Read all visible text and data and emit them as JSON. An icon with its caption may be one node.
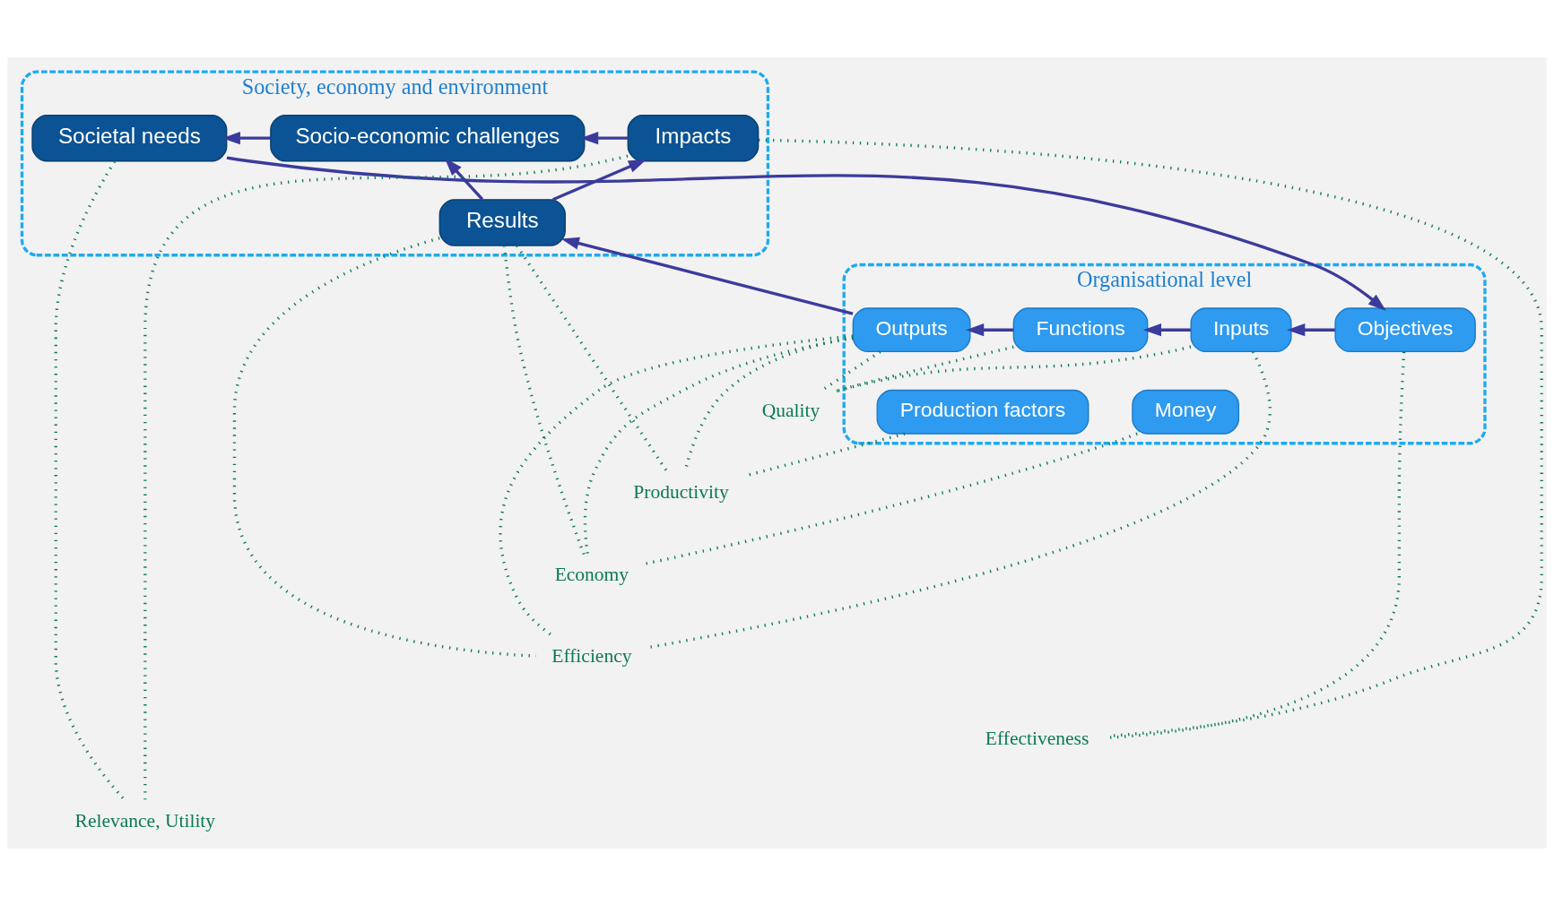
{
  "diagram": {
    "nodes": [
      {
        "text": [
          "Society, economy and environment"
        ]
      },
      {
        "text": [
          "Societal needs"
        ],
        "in": 0
      },
      {
        "text": [
          "Socio-economic challenges"
        ],
        "in": 0
      },
      {
        "text": [
          "Impacts"
        ],
        "in": 0
      },
      {
        "text": [
          "Results"
        ],
        "in": 0
      },
      {
        "text": [
          "Organisational level"
        ]
      },
      {
        "text": [
          "Objectives"
        ],
        "in": 5
      },
      {
        "text": [
          "Inputs"
        ],
        "in": 5
      },
      {
        "text": [
          "Money"
        ],
        "in": 5
      },
      {
        "text": [
          "Production factors"
        ],
        "in": 5
      },
      {
        "text": [
          "Functions"
        ],
        "in": 5
      },
      {
        "text": [
          "Outputs"
        ],
        "in": 5
      },
      {
        "text": [
          "Quality"
        ]
      },
      {
        "text": [
          "Productivity"
        ]
      },
      {
        "text": [
          "Economy"
        ]
      },
      {
        "text": [
          "Efficiency"
        ]
      },
      {
        "text": [
          "Effectiveness"
        ]
      },
      {
        "text": [
          "Relevance, Utility"
        ]
      }
    ],
    "edges": [
      {
        "from": 2,
        "to": 1,
        "arrow": "to",
        "color": "#3b3b9c"
      },
      {
        "from": 3,
        "to": 2,
        "arrow": "to",
        "color": "#3b3b9c"
      },
      {
        "from": 4,
        "to": 2,
        "arrow": "to",
        "color": "#3b3b9c"
      },
      {
        "from": 4,
        "to": 3,
        "arrow": "to",
        "color": "#3b3b9c"
      },
      {
        "from": 1,
        "to": 6,
        "arrow": "to",
        "color": "#3b3b9c"
      },
      {
        "from": 6,
        "to": 7,
        "arrow": "to",
        "color": "#3b3b9c"
      },
      {
        "from": 7,
        "to": 10,
        "arrow": "to",
        "color": "#3b3b9c"
      },
      {
        "from": 10,
        "to": 11,
        "arrow": "to",
        "color": "#3b3b9c"
      },
      {
        "from": 11,
        "to": 4,
        "arrow": "to",
        "color": "#3b3b9c"
      },
      {
        "from": 7,
        "to": 12,
        "arrow": "none",
        "style": "dashed"
      },
      {
        "from": 10,
        "to": 12,
        "arrow": "none",
        "style": "dashed"
      },
      {
        "from": 11,
        "to": 12,
        "arrow": "none",
        "style": "dashed"
      },
      {
        "from": 9,
        "to": 13,
        "arrow": "none",
        "style": "dashed"
      },
      {
        "from": 13,
        "to": 11,
        "arrow": "none",
        "style": "dashed"
      },
      {
        "from": 13,
        "to": 4,
        "arrow": "none",
        "style": "dashed"
      },
      {
        "from": 8,
        "to": 14,
        "arrow": "none",
        "style": "dashed"
      },
      {
        "from": 14,
        "to": 11,
        "arrow": "none",
        "style": "dashed"
      },
      {
        "from": 14,
        "to": 4,
        "arrow": "none",
        "style": "dashed"
      },
      {
        "from": 7,
        "to": 15,
        "arrow": "none",
        "style": "dashed"
      },
      {
        "from": 15,
        "to": 11,
        "arrow": "none",
        "style": "dashed"
      },
      {
        "from": 15,
        "to": 4,
        "arrow": "none",
        "style": "dashed"
      },
      {
        "from": 6,
        "to": 16,
        "arrow": "none",
        "style": "dashed"
      },
      {
        "from": 16,
        "to": 3,
        "arrow": "none",
        "style": "dashed"
      },
      {
        "from": 1,
        "to": 17,
        "arrow": "none",
        "style": "dashed"
      },
      {
        "from": 17,
        "to": 3,
        "arrow": "none",
        "style": "dashed"
      }
    ]
  }
}
